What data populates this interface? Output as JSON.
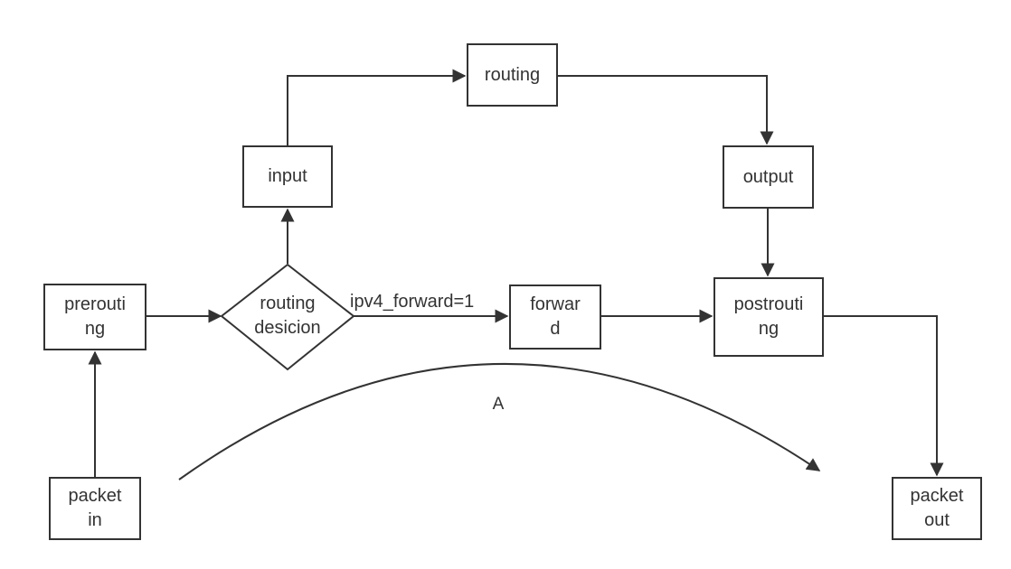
{
  "colors": {
    "line": "#333333",
    "text": "#333333",
    "node_bg": "#ffffff",
    "page_bg": "#ffffff"
  },
  "nodes": {
    "packet_in": {
      "label": "packet\nin"
    },
    "prerouting": {
      "label": "prerouti\nng"
    },
    "routing_decision": {
      "label": "routing\ndesicion"
    },
    "input": {
      "label": "input"
    },
    "routing": {
      "label": "routing"
    },
    "output": {
      "label": "output"
    },
    "forward": {
      "label": "forwar\nd"
    },
    "postrouting": {
      "label": "postrouti\nng"
    },
    "packet_out": {
      "label": "packet\nout"
    }
  },
  "labels": {
    "forward_condition": "ipv4_forward=1",
    "curve": "A"
  },
  "edges": [
    {
      "from": "packet_in",
      "to": "prerouting"
    },
    {
      "from": "prerouting",
      "to": "routing_decision"
    },
    {
      "from": "routing_decision",
      "to": "input"
    },
    {
      "from": "input",
      "to": "routing"
    },
    {
      "from": "routing",
      "to": "output"
    },
    {
      "from": "output",
      "to": "postrouting"
    },
    {
      "from": "routing_decision",
      "to": "forward",
      "label": "ipv4_forward=1"
    },
    {
      "from": "forward",
      "to": "postrouting"
    },
    {
      "from": "postrouting",
      "to": "packet_out"
    },
    {
      "from": "packet_in",
      "to": "packet_out",
      "label": "A",
      "style": "curved"
    }
  ]
}
